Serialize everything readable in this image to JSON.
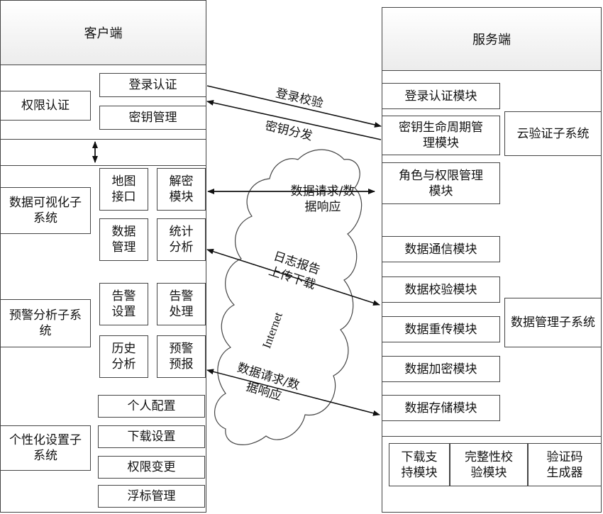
{
  "client": {
    "title": "客户端",
    "auth": {
      "group": "权限认证",
      "login": "登录认证",
      "key": "密钥管理"
    },
    "viz": {
      "group": "数据可视化子系统",
      "map": "地图接口",
      "decrypt": "解密模块",
      "data_mgmt": "数据管理",
      "stats": "统计分析"
    },
    "alert": {
      "group": "预警分析子系统",
      "setting": "告警设置",
      "handle": "告警处理",
      "history": "历史分析",
      "forecast": "预警预报"
    },
    "personal": {
      "group": "个性化设置子系统",
      "profile": "个人配置",
      "download": "下载设置",
      "perm_change": "权限变更",
      "float": "浮标管理"
    }
  },
  "server": {
    "title": "服务端",
    "login_module": "登录认证模块",
    "key_lifecycle": "密钥生命周期管理模块",
    "cloud_auth": "云验证子系统",
    "role_perm": "角色与权限管理模块",
    "comm": "数据通信模块",
    "verify": "数据校验模块",
    "retrans": "数据重传模块",
    "encrypt": "数据加密模块",
    "storage": "数据存储模块",
    "data_mgmt_sub": "数据管理子系统",
    "download_support": "下载支持模块",
    "integrity": "完整性校验模块",
    "captcha": "验证码生成器"
  },
  "links": {
    "login_check": "登录校验",
    "key_dist": "密钥分发",
    "req_resp_1": "数据请求/数据响应",
    "log_upload": "日志报告上传下载",
    "internet": "Internet",
    "req_resp_2": "数据请求/数据响应"
  }
}
